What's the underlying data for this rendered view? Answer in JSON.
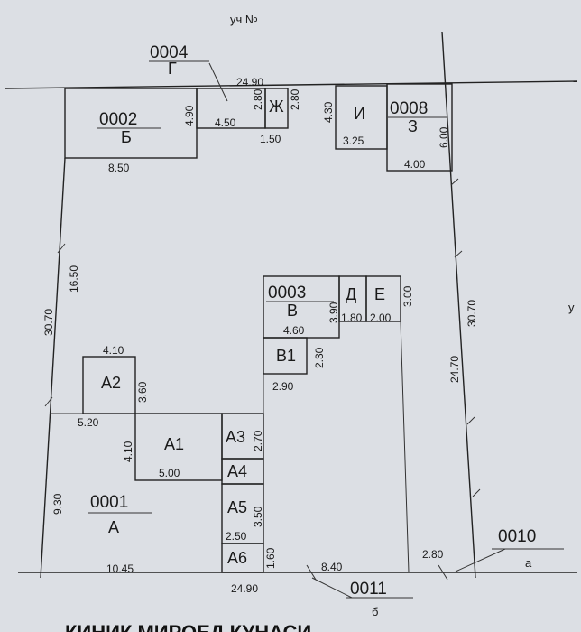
{
  "top_label": "уч №",
  "right_edge_label": "у",
  "bottom_caption": "КИНИК МИРОЕД КУНАСИ",
  "buildings": [
    {
      "code": "0002",
      "letter": "Б"
    },
    {
      "code": "0004",
      "letter": "Г"
    },
    {
      "code": "0008",
      "letter": "З"
    },
    {
      "code": "0003",
      "letter": "В"
    },
    {
      "code": "0001",
      "letter": "А"
    },
    {
      "code": "0010",
      "letter": "а"
    },
    {
      "code": "0011",
      "letter": "б"
    }
  ],
  "rooms": [
    "Ж",
    "И",
    "Д",
    "Е",
    "В1",
    "А1",
    "А2",
    "А3",
    "А4",
    "А5",
    "А6"
  ],
  "dimensions": {
    "top_total": "24.90",
    "b_width": "8.50",
    "b_height": "4.90",
    "g_width": "4.50",
    "zh_width": "1.50",
    "zh_h1": "2.80",
    "zh_h2": "2.80",
    "i_height": "4.30",
    "i_width": "3.25",
    "z_width": "4.00",
    "z_height": "6.00",
    "left_total": "30.70",
    "left_upper": "16.50",
    "left_lower": "9.30",
    "right_total": "30.70",
    "right_lower": "24.70",
    "v_width": "4.60",
    "v_height": "3.90",
    "d_width": "1.80",
    "e_width": "2.00",
    "e_height": "3.00",
    "v1_height": "2.30",
    "v1_width": "2.90",
    "a2_width": "4.10",
    "a2_height": "3.60",
    "a_upper": "5.20",
    "a1_height": "4.10",
    "a1_width": "5.00",
    "a3_height": "2.70",
    "a5_height": "3.50",
    "a5_width": "2.50",
    "a6_height": "1.60",
    "bottom_left": "10.45",
    "bottom_total": "24.90",
    "bottom_mid": "8.40",
    "bottom_right": "2.80"
  }
}
